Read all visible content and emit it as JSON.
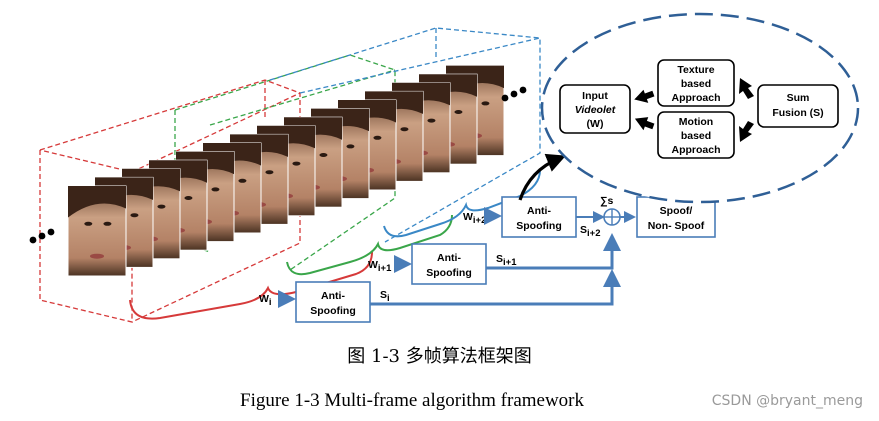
{
  "diagram": {
    "modules": {
      "anti_spoofing_top": [
        "Anti-",
        "Spoofing"
      ],
      "anti_spoofing_mid": [
        "Anti-",
        "Spoofing"
      ],
      "anti_spoofing_bot": [
        "Anti-",
        "Spoofing"
      ],
      "output": [
        "Spoof/",
        "Non- Spoof"
      ]
    },
    "inputs": {
      "w_i": "W",
      "w_i_sub": "i",
      "w_i1": "W",
      "w_i1_sub": "i+1",
      "w_i2": "W",
      "w_i2_sub": "i+2"
    },
    "scores": {
      "s_i": "S",
      "s_i_sub": "i",
      "s_i1": "S",
      "s_i1_sub": "i+1",
      "s_i2": "S",
      "s_i2_sub": "i+2",
      "sum": "∑s"
    },
    "ellipse": {
      "input": [
        "Input",
        "Videolet",
        "(W)"
      ],
      "texture": [
        "Texture",
        "based",
        "Approach"
      ],
      "motion": [
        "Motion",
        "based",
        "Approach"
      ],
      "fusion": [
        "Sum",
        "Fusion (S)"
      ]
    }
  },
  "caption_cn": "图 1-3  多帧算法框架图",
  "caption_en": "Figure 1-3 Multi-frame algorithm framework",
  "watermark": "CSDN @bryant_meng",
  "colors": {
    "red": "#d63a3a",
    "green": "#3aa64a",
    "blue_dash": "#3a88c6",
    "blue": "#4a7db8",
    "ellipse": "#2f5f96"
  }
}
